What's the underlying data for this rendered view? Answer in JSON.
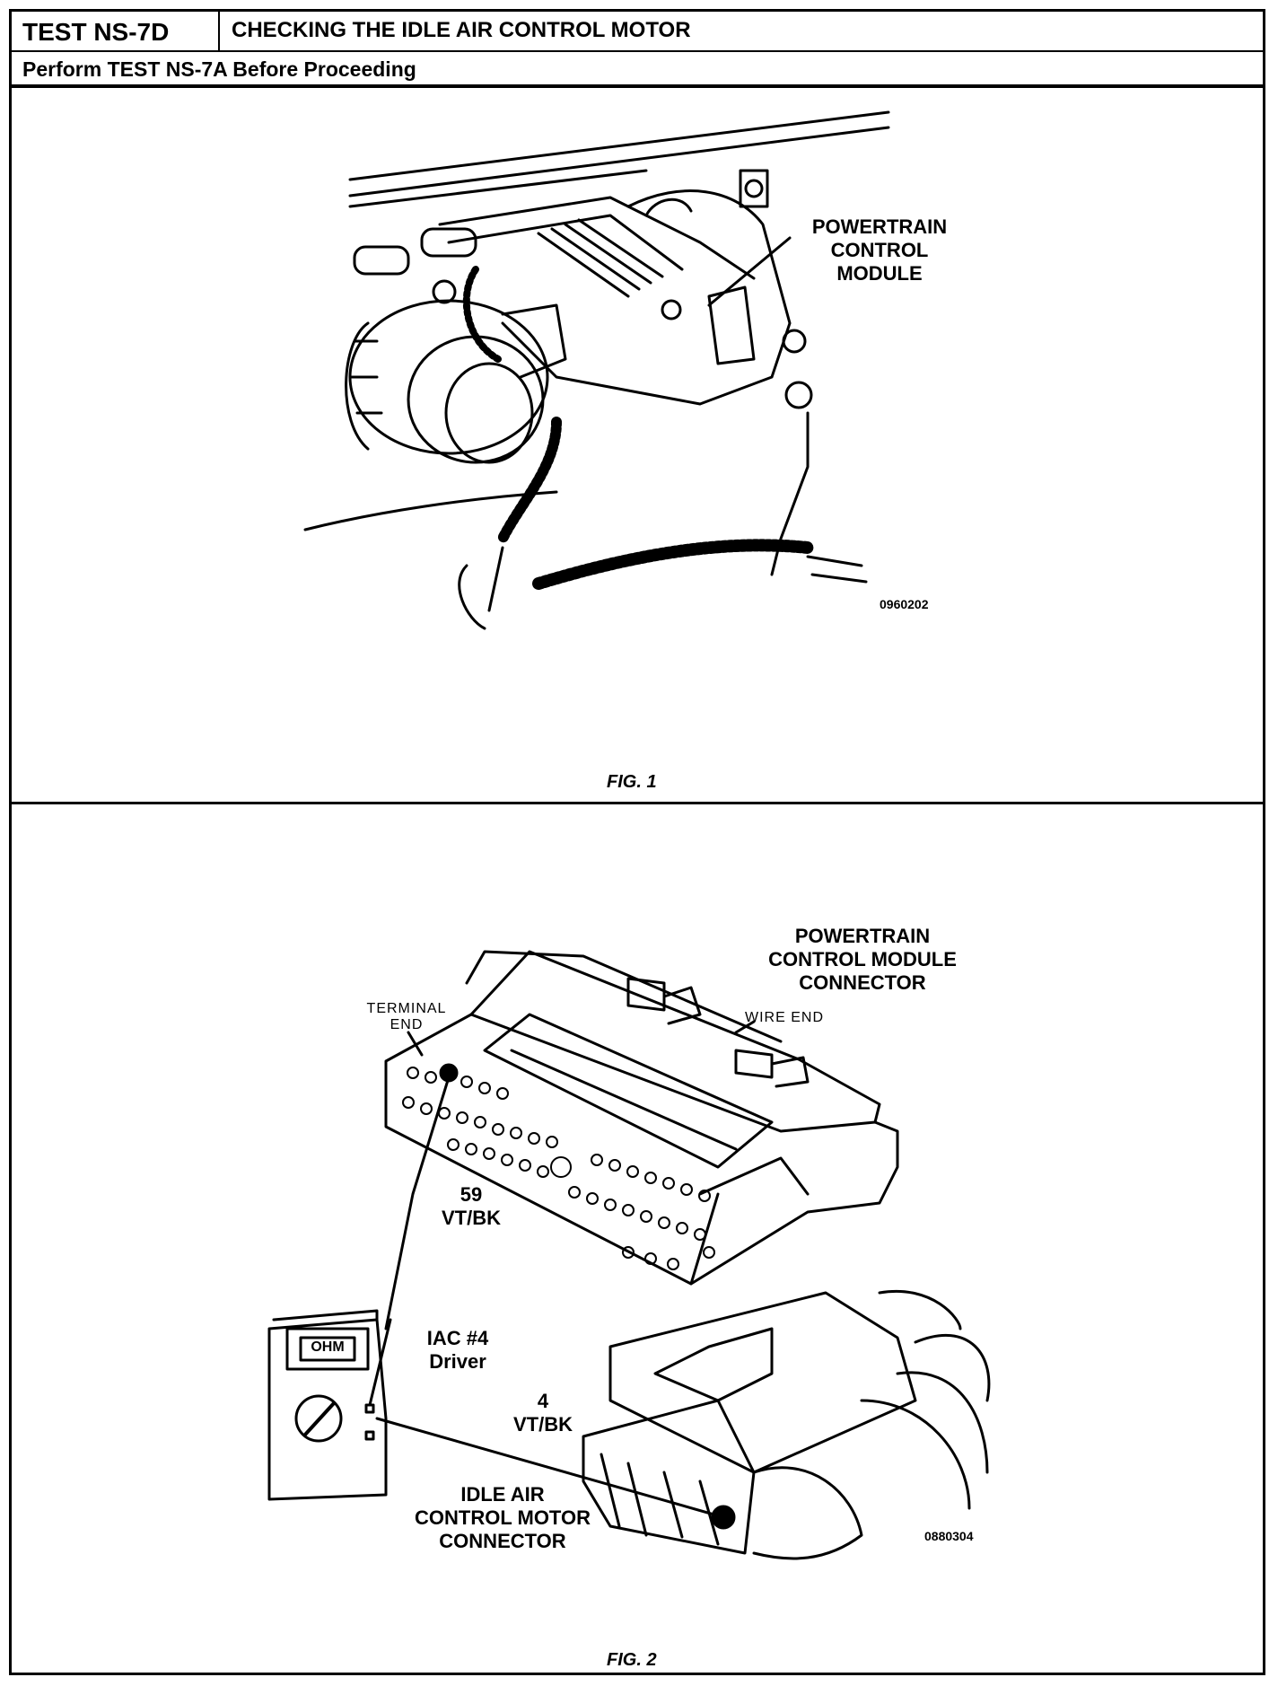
{
  "header": {
    "test_id": "TEST NS-7D",
    "title": "CHECKING THE IDLE AIR CONTROL MOTOR",
    "prerequisite": "Perform TEST NS-7A Before Proceeding"
  },
  "figure1": {
    "label_line1": "POWERTRAIN",
    "label_line2": "CONTROL",
    "label_line3": "MODULE",
    "image_code": "0960202",
    "caption": "FIG. 1"
  },
  "figure2": {
    "pcm_line1": "POWERTRAIN",
    "pcm_line2": "CONTROL MODULE",
    "pcm_line3": "CONNECTOR",
    "terminal_end_1": "TERMINAL",
    "terminal_end_2": "END",
    "wire_end": "WIRE END",
    "pin59": "59",
    "pin59_color": "VT/BK",
    "iac_line1": "IAC #4",
    "iac_line2": "Driver",
    "pin4": "4",
    "pin4_color": "VT/BK",
    "meter_display": "OHM",
    "iac_conn_line1": "IDLE AIR",
    "iac_conn_line2": "CONTROL MOTOR",
    "iac_conn_line3": "CONNECTOR",
    "image_code": "0880304",
    "caption": "FIG. 2"
  }
}
